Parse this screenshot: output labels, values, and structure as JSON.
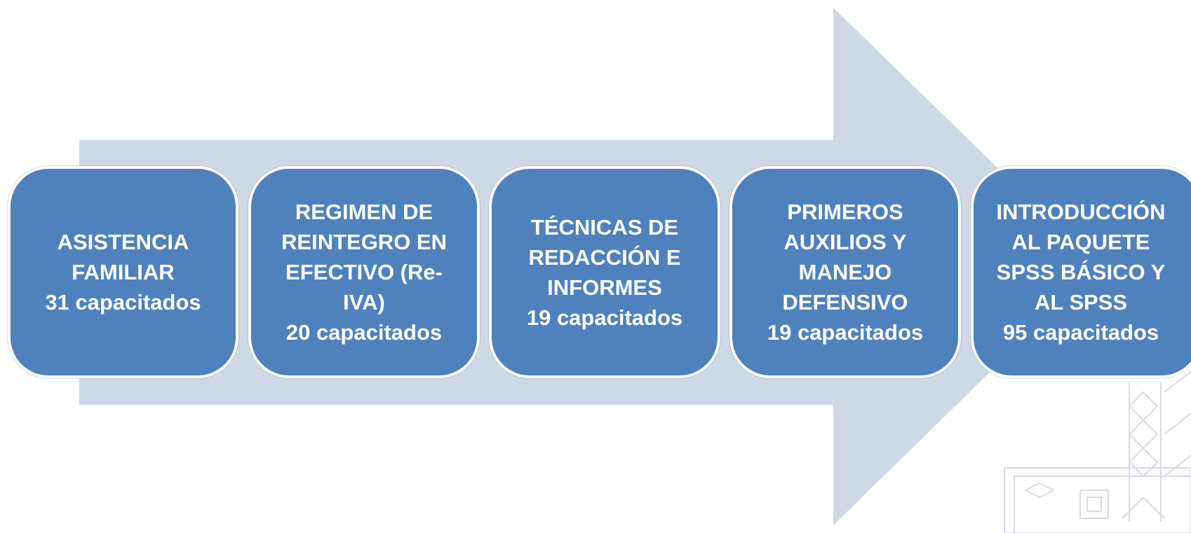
{
  "colors": {
    "arrow": "#d0d8e6",
    "box_fill": "#4f81bd",
    "box_border": "#ffffff",
    "text": "#ffffff"
  },
  "steps": [
    {
      "title_lines": [
        "ASISTENCIA",
        "FAMILIAR"
      ],
      "count_label": "31 capacitados"
    },
    {
      "title_lines": [
        "REGIMEN DE",
        "REINTEGRO EN",
        "EFECTIVO (Re-",
        "IVA)"
      ],
      "count_label": "20 capacitados"
    },
    {
      "title_lines": [
        "TÉCNICAS DE",
        "REDACCIÓN E",
        "INFORMES"
      ],
      "count_label": "19 capacitados"
    },
    {
      "title_lines": [
        "PRIMEROS",
        "AUXILIOS Y",
        "MANEJO",
        "DEFENSIVO"
      ],
      "count_label": "19 capacitados"
    },
    {
      "title_lines": [
        "INTRODUCCIÓN",
        "AL PAQUETE",
        "SPSS BÁSICO Y",
        "AL SPSS"
      ],
      "count_label": "95 capacitados"
    }
  ]
}
